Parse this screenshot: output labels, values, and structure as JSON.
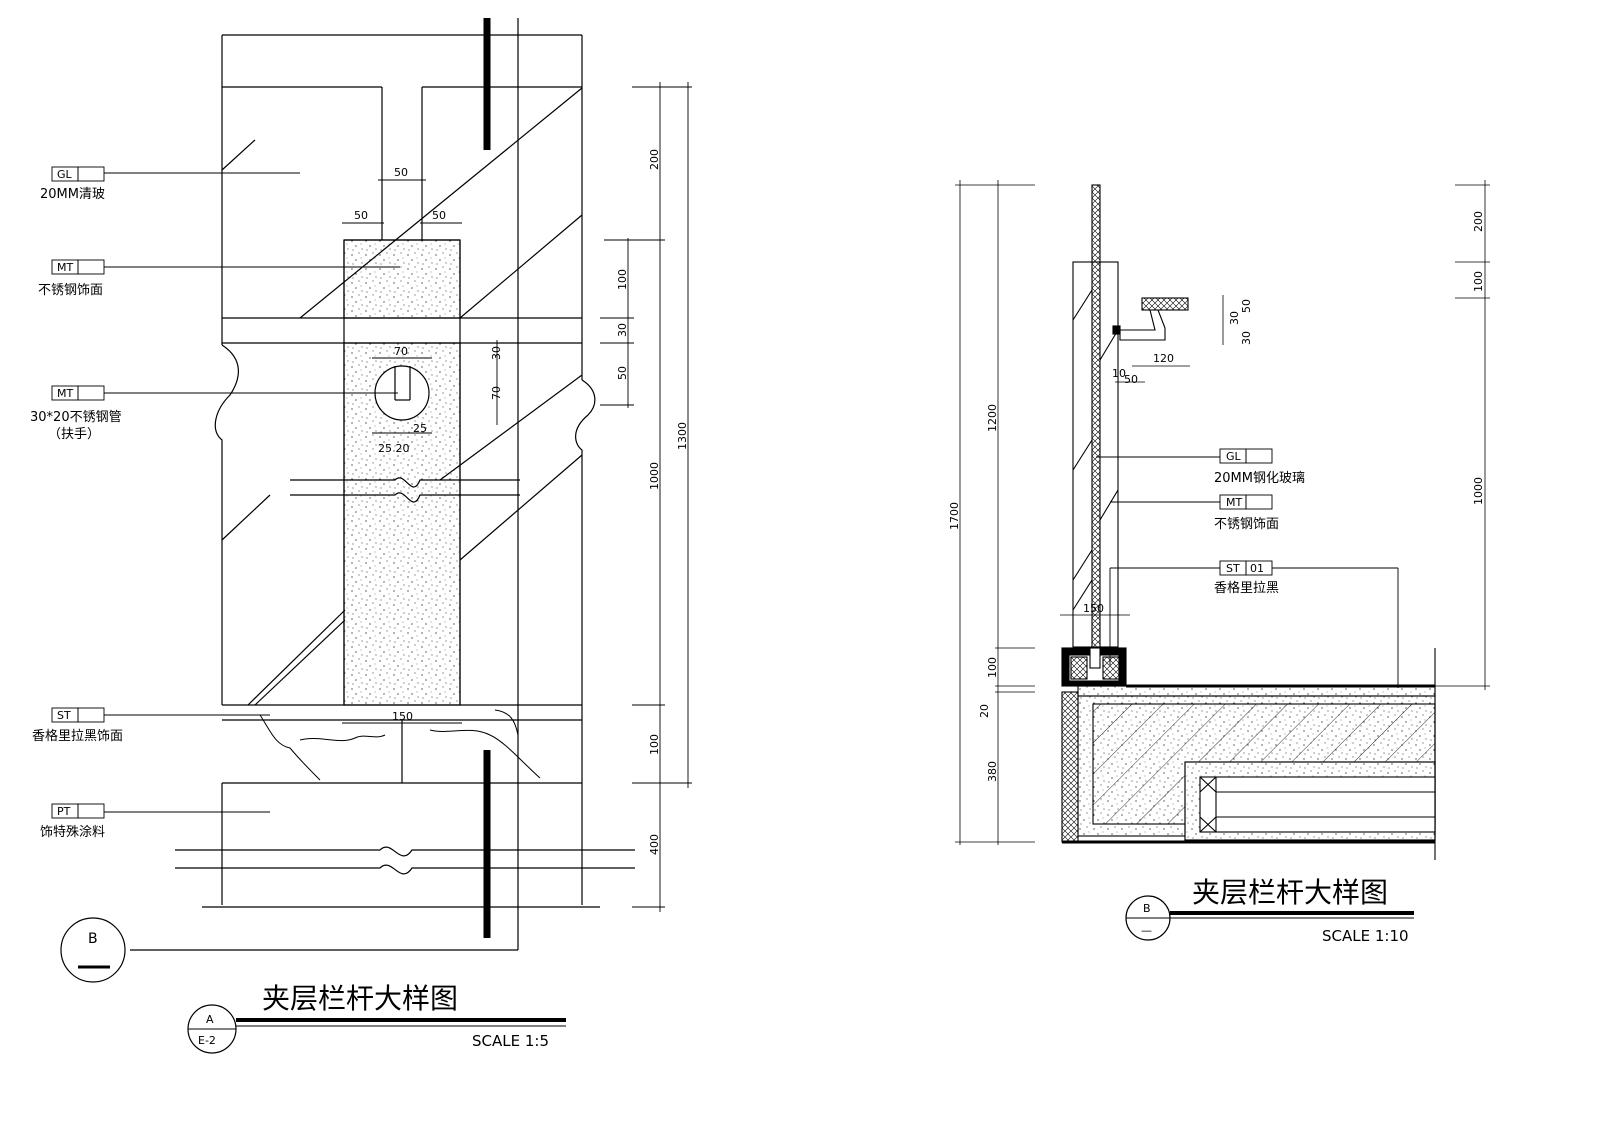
{
  "left_detail": {
    "labels": {
      "gl": {
        "code": "GL",
        "text": "20MM清玻"
      },
      "mt1": {
        "code": "MT",
        "text": "不锈钢饰面"
      },
      "mt2": {
        "code": "MT",
        "text1": "30*20不锈钢管",
        "text2": "（扶手）"
      },
      "st": {
        "code": "ST",
        "text": "香格里拉黑饰面"
      },
      "pt": {
        "code": "PT",
        "text": "饰特殊涂料"
      }
    },
    "dims": {
      "d50_top": "50",
      "d50_left": "50",
      "d50_right": "50",
      "d70": "70",
      "d30_h": "30",
      "d70_v": "70",
      "d25": "25",
      "d25_20": "25 20",
      "d150": "150",
      "r200": "200",
      "r100a": "100",
      "r30": "30",
      "r50": "50",
      "r1000": "1000",
      "r100b": "100",
      "r400": "400",
      "r1300": "1300"
    },
    "section_mark": "B",
    "title": "夹层栏杆大样图",
    "ref_top": "A",
    "ref_bottom": "E-2",
    "scale": "SCALE 1:5"
  },
  "right_detail": {
    "labels": {
      "gl": {
        "code": "GL",
        "text": "20MM钢化玻璃"
      },
      "mt": {
        "code": "MT",
        "text": "不锈钢饰面"
      },
      "st": {
        "code": "ST",
        "code2": "01",
        "text": "香格里拉黑"
      }
    },
    "dims": {
      "d50": "50",
      "d30a": "30",
      "d30b": "30",
      "d120": "120",
      "d10": "10",
      "d50b": "50",
      "d150": "150",
      "l1700": "1700",
      "l1200": "1200",
      "l100": "100",
      "l20": "20",
      "l380": "380",
      "r200": "200",
      "r100": "100",
      "r1000": "1000"
    },
    "title": "夹层栏杆大样图",
    "ref_top": "B",
    "ref_bottom": "—",
    "scale": "SCALE 1:10"
  }
}
